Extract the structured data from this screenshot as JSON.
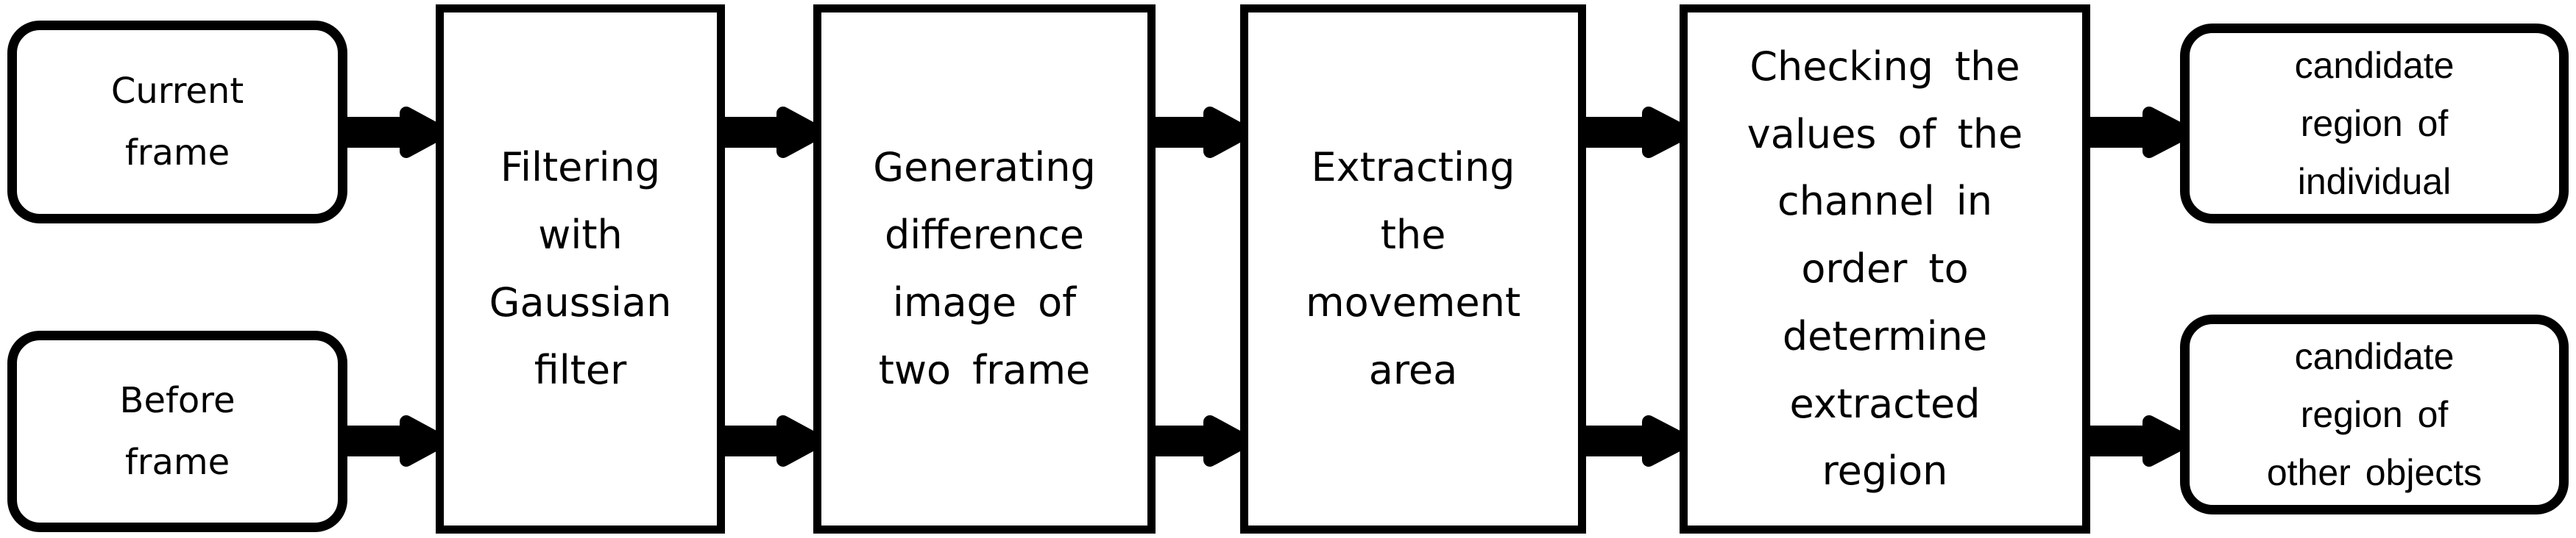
{
  "figure": {
    "type": "flowchart",
    "background_color": "#ffffff",
    "line_color": "#000000",
    "text_color": "#000000"
  },
  "nodes": {
    "current_frame": {
      "shape": "rounded",
      "label": "Current frame",
      "lines": [
        "Current",
        "frame"
      ]
    },
    "before_frame": {
      "shape": "rounded",
      "label": "Before frame",
      "lines": [
        "Before",
        "frame"
      ]
    },
    "gaussian_filter": {
      "shape": "rect",
      "label": "Filtering with Gaussian filter",
      "lines": [
        "Filtering",
        "with",
        "Gaussian",
        "filter"
      ]
    },
    "difference_image": {
      "shape": "rect",
      "label": "Generating difference image of two frame",
      "lines": [
        "Generating",
        "difference",
        "image of",
        "two frame"
      ]
    },
    "movement_area": {
      "shape": "rect",
      "label": "Extracting the movement area",
      "lines": [
        "Extracting",
        "the",
        "movement",
        "area"
      ]
    },
    "channel_check": {
      "shape": "rect",
      "label": "Checking the values of the channel in order to determine extracted region",
      "lines": [
        "Checking the",
        "values of the",
        "channel in",
        "order to",
        "determine",
        "extracted",
        "region"
      ]
    },
    "candidate_individual": {
      "shape": "rounded",
      "label": "candidate region of individual",
      "lines": [
        "candidate",
        "region of",
        "individual"
      ]
    },
    "candidate_other": {
      "shape": "rounded",
      "label": "candidate region of other objects",
      "lines": [
        "candidate",
        "region of",
        "other objects"
      ]
    }
  },
  "connections": [
    {
      "from": "current_frame",
      "to": "gaussian_filter",
      "row": "top"
    },
    {
      "from": "before_frame",
      "to": "gaussian_filter",
      "row": "bottom"
    },
    {
      "from": "gaussian_filter",
      "to": "difference_image",
      "row": "top"
    },
    {
      "from": "gaussian_filter",
      "to": "difference_image",
      "row": "bottom"
    },
    {
      "from": "difference_image",
      "to": "movement_area",
      "row": "top"
    },
    {
      "from": "difference_image",
      "to": "movement_area",
      "row": "bottom"
    },
    {
      "from": "movement_area",
      "to": "channel_check",
      "row": "top"
    },
    {
      "from": "movement_area",
      "to": "channel_check",
      "row": "bottom"
    },
    {
      "from": "channel_check",
      "to": "candidate_individual",
      "row": "top"
    },
    {
      "from": "channel_check",
      "to": "candidate_other",
      "row": "bottom"
    }
  ]
}
